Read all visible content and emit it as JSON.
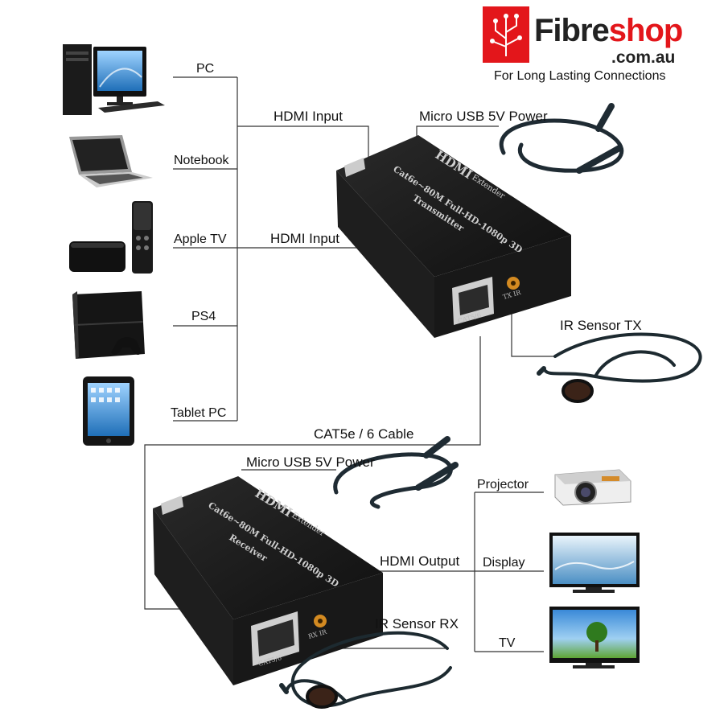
{
  "brand": {
    "name_part1": "Fibre",
    "name_part2": "shop",
    "domain": ".com.au",
    "tagline": "For Long Lasting Connections",
    "brand_color": "#e3161b",
    "icon": "circuit-tree-icon"
  },
  "sources": [
    {
      "label": "PC",
      "icon": "desktop-pc-icon"
    },
    {
      "label": "Notebook",
      "icon": "notebook-icon"
    },
    {
      "label": "Apple TV",
      "icon": "apple-tv-icon"
    },
    {
      "label": "PS4",
      "icon": "ps4-console-icon"
    },
    {
      "label": "Tablet PC",
      "icon": "tablet-icon"
    }
  ],
  "transmitter": {
    "hdmi_input_1": "HDMI Input",
    "hdmi_input_2": "HDMI Input",
    "power": "Micro USB 5V Power",
    "ir_sensor": "IR Sensor TX",
    "top_brand": "HDMI",
    "top_line": "Cat6e~80M Full-HD-1080p 3D",
    "top_extender": "Extender",
    "top_role": "Transmitter",
    "port_label": "CAT5/6",
    "ir_port_label": "TX IR"
  },
  "cable": "CAT5e / 6 Cable",
  "receiver": {
    "power": "Micro USB 5V Power",
    "hdmi_output": "HDMI Output",
    "ir_sensor": "IR Sensor RX",
    "top_brand": "HDMI",
    "top_line": "Cat6e~80M Full-HD-1080p 3D",
    "top_extender": "Extender",
    "top_role": "Receiver",
    "port_label": "CAT5/6",
    "ir_port_label": "RX IR"
  },
  "outputs": [
    {
      "label": "Projector",
      "icon": "projector-icon"
    },
    {
      "label": "Display",
      "icon": "monitor-display-icon"
    },
    {
      "label": "TV",
      "icon": "tv-icon"
    }
  ]
}
